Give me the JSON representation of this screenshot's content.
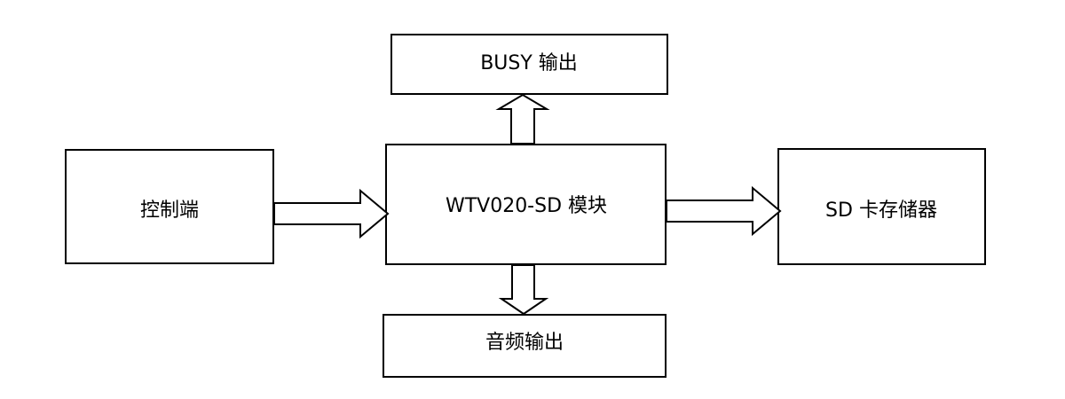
{
  "nodes": {
    "busy_output": "BUSY 输出",
    "controller": "控制端",
    "module": "WTV020-SD 模块",
    "sd_storage": "SD 卡存储器",
    "audio_output": "音频输出"
  }
}
